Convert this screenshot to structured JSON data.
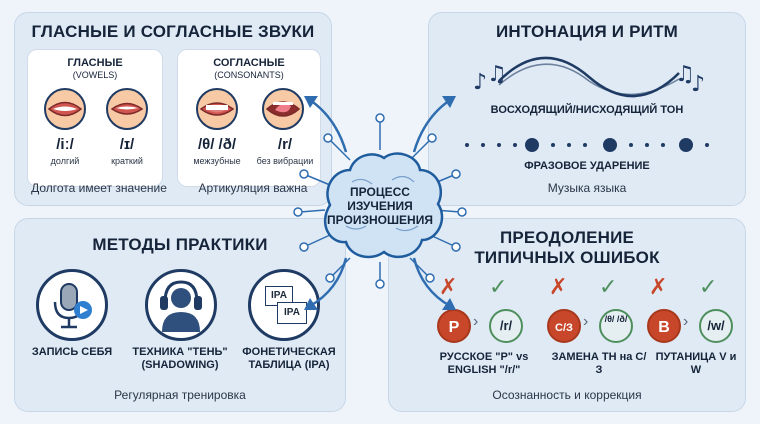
{
  "vowels_panel": {
    "title": "ГЛАСНЫЕ И СОГЛАСНЫЕ ЗВУКИ",
    "vowels": {
      "title": "ГЛАСНЫЕ",
      "subtitle": "(VOWELS)",
      "items": [
        {
          "ipa": "/iː/",
          "label": "долгий"
        },
        {
          "ipa": "/ɪ/",
          "label": "краткий"
        }
      ],
      "caption": "Долгота имеет значение"
    },
    "consonants": {
      "title": "СОГЛАСНЫЕ",
      "subtitle": "(CONSONANTS)",
      "items": [
        {
          "ipa": "/θ/ /ð/",
          "label": "межзубные"
        },
        {
          "ipa": "/r/",
          "label": "без вибрации"
        }
      ],
      "caption": "Артикуляция важна"
    }
  },
  "intonation_panel": {
    "title": "ИНТОНАЦИЯ И РИТМ",
    "tone_label": "ВОСХОДЯЩИЙ/НИСХОДЯЩИЙ ТОН",
    "stress_label": "ФРАЗОВОЕ УДАРЕНИЕ",
    "caption": "Музыка языка"
  },
  "center": {
    "lines": [
      "ПРОЦЕСС",
      "ИЗУЧЕНИЯ",
      "ПРОИЗНОШЕНИЯ"
    ]
  },
  "practice_panel": {
    "title": "МЕТОДЫ ПРАКТИКИ",
    "methods": [
      {
        "label": "ЗАПИСЬ СЕБЯ",
        "icon": "microphone-icon"
      },
      {
        "label": "ТЕХНИКА \"ТЕНЬ\" (SHADOWING)",
        "icon": "headphones-person-icon"
      },
      {
        "label": "ФОНЕТИЧЕСКАЯ ТАБЛИЦА (IPA)",
        "icon": "ipa-chart-icon"
      }
    ],
    "ipa_tag_1": "IPA",
    "ipa_tag_2": "IPA",
    "caption": "Регулярная тренировка"
  },
  "errors_panel": {
    "title_line1": "ПРЕОДОЛЕНИЕ",
    "title_line2": "ТИПИЧНЫХ ОШИБОК",
    "pairs": [
      {
        "wrong": "Р",
        "right": "/r/",
        "label": "РУССКОЕ \"Р\" vs ENGLISH \"/r/\""
      },
      {
        "wrong": "С/З",
        "right": "/θ/ /ð/",
        "label": "ЗАМЕНА TH на С/З"
      },
      {
        "wrong": "В",
        "right": "/w/",
        "label": "ПУТАНИЦА V и W"
      }
    ],
    "caption": "Осознанность и коррекция"
  },
  "colors": {
    "navy": "#1f3a63",
    "wrong": "#c8472a",
    "right": "#4f8f5d",
    "panel": "#dfeaf5"
  }
}
